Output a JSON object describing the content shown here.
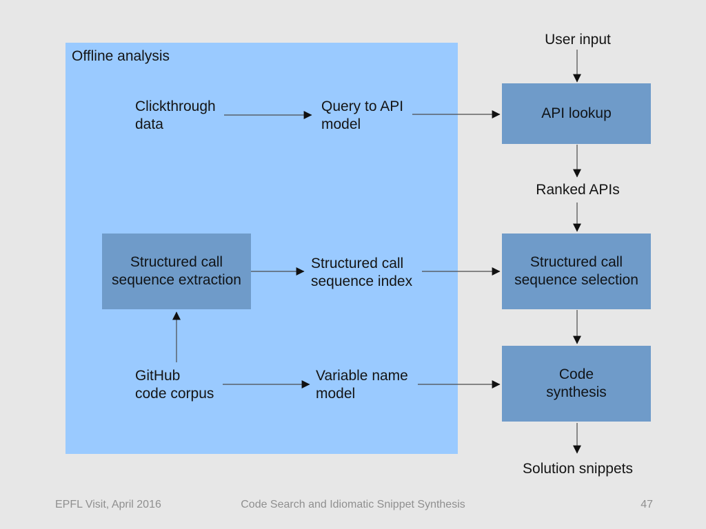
{
  "slide": {
    "panel_title": "Offline analysis",
    "labels": {
      "user_input": "User input",
      "ranked_apis": "Ranked APIs",
      "solution_snippets": "Solution snippets",
      "clickthrough_data": "Clickthrough\ndata",
      "query_to_api_model": "Query to API\nmodel",
      "structured_call_sequence_index": "Structured call\nsequence index",
      "github_code_corpus": "GitHub\ncode corpus",
      "variable_name_model": "Variable name\nmodel"
    },
    "boxes": {
      "structured_call_sequence_extraction": "Structured call\nsequence extraction",
      "api_lookup": "API lookup",
      "structured_call_sequence_selection": "Structured call\nsequence selection",
      "code_synthesis": "Code\nsynthesis"
    },
    "footer": {
      "left": "EPFL Visit, April 2016",
      "center": "Code Search and Idiomatic Snippet Synthesis",
      "page_number": "47"
    },
    "colors": {
      "background": "#e7e7e7",
      "panel": "#9acaff",
      "box": "#6f9bc9",
      "text": "#141414",
      "footer_text": "#8f8f8f",
      "arrow": "#4a4a4a"
    }
  }
}
